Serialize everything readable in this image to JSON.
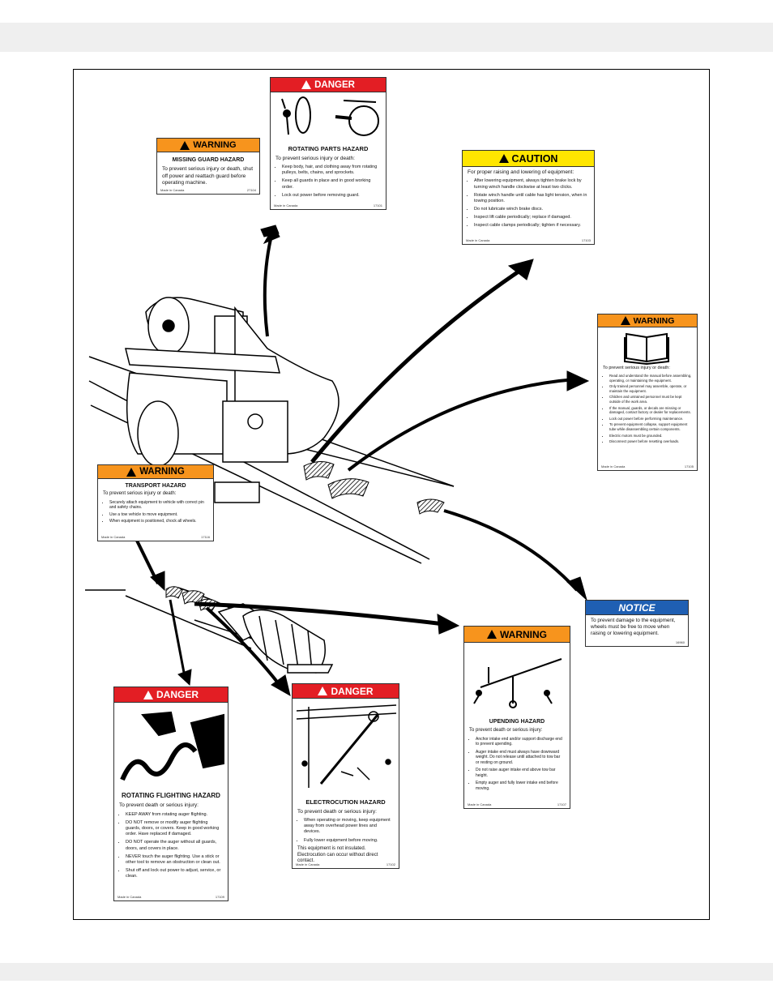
{
  "decals": {
    "missing_guard": {
      "signal": "WARNING",
      "title": "MISSING GUARD HAZARD",
      "text": "To prevent serious injury or death, shut off power and reattach guard before operating machine.",
      "made": "Made in Canada",
      "code": "27104"
    },
    "rotating_parts": {
      "signal": "DANGER",
      "title": "ROTATING PARTS HAZARD",
      "intro": "To prevent serious injury or death:",
      "items": [
        "Keep body, hair, and clothing away from rotating pulleys, belts, chains, and sprockets.",
        "Keep all guards in place and in good working order.",
        "Lock out power before removing guard."
      ],
      "made": "Made in Canada",
      "code": "17101"
    },
    "caution": {
      "signal": "CAUTION",
      "intro": "For proper raising and lowering of equipment:",
      "items": [
        "After lowering equipment, always tighten brake lock by turning winch handle clockwise at least two clicks.",
        "Rotate winch handle until cable has light tension, when in towing position.",
        "Do not lubricate winch brake discs.",
        "Inspect lift cable periodically; replace if damaged.",
        "Inspect cable clamps periodically; tighten if necessary."
      ],
      "made": "Made in Canada",
      "code": "17103"
    },
    "manual": {
      "signal": "WARNING",
      "intro": "To prevent serious injury or death:",
      "items": [
        "Read and understand the manual before assembling, operating, or maintaining the equipment.",
        "Only trained personnel may assemble, operate, or maintain the equipment.",
        "Children and untrained personnel must be kept outside of the work area.",
        "If the manual, guards, or decals are missing or damaged, contact factory or dealer for replacements.",
        "Lock out power before performing maintenance.",
        "To prevent equipment collapse, support equipment tube while disassembling certain components.",
        "Electric motors must be grounded.",
        "Disconnect power before resetting overloads."
      ],
      "made": "Made in Canada",
      "code": "17105"
    },
    "transport": {
      "signal": "WARNING",
      "title": "TRANSPORT HAZARD",
      "intro": "To prevent serious injury or death:",
      "items": [
        "Securely attach equipment to vehicle with correct pin and safety chains.",
        "Use a tow vehicle to move equipment.",
        "When equipment is positioned, chock all wheels."
      ],
      "made": "Made in Canada",
      "code": "17116"
    },
    "notice": {
      "signal": "NOTICE",
      "text": "To prevent damage to the equipment, wheels must be free to move when raising or lowering equipment.",
      "code": "16960"
    },
    "upending": {
      "signal": "WARNING",
      "title": "UPENDING HAZARD",
      "intro": "To prevent death or serious injury:",
      "items": [
        "Anchor intake end and/or support discharge end to prevent upending.",
        "Auger intake end must always have downward weight. Do not release until attached to tow bar or resting on ground.",
        "Do not raise auger intake end above tow bar height.",
        "Empty auger and fully lower intake end before moving."
      ],
      "made": "Made in Canada",
      "code": "17107"
    },
    "flighting": {
      "signal": "DANGER",
      "title": "ROTATING FLIGHTING HAZARD",
      "intro": "To prevent death or serious injury:",
      "items": [
        "KEEP AWAY from rotating auger flighting.",
        "DO NOT remove or modify auger flighting guards, doors, or covers. Keep in good working order. Have replaced if damaged.",
        "DO NOT operate the auger without all guards, doors, and covers in place.",
        "NEVER touch the auger flighting. Use a stick or other tool to remove an obstruction or clean out.",
        "Shut off and lock out power to adjust, service, or clean."
      ],
      "made": "Made in Canada",
      "code": "17109"
    },
    "electrocution": {
      "signal": "DANGER",
      "title": "ELECTROCUTION HAZARD",
      "intro": "To prevent death or serious injury:",
      "items": [
        "When operating or moving, keep equipment away from overhead power lines and devices.",
        "Fully lower equipment before moving."
      ],
      "note": "This equipment is not insulated. Electrocution can occur without direct contact.",
      "made": "Made in Canada",
      "code": "17102"
    }
  },
  "colors": {
    "danger": "#e31e24",
    "warning": "#f7941d",
    "caution": "#ffe600",
    "notice": "#1f5fb3"
  },
  "icons": {
    "hazard_triangle": "warning-triangle-icon",
    "manual": "open-book-icon"
  }
}
